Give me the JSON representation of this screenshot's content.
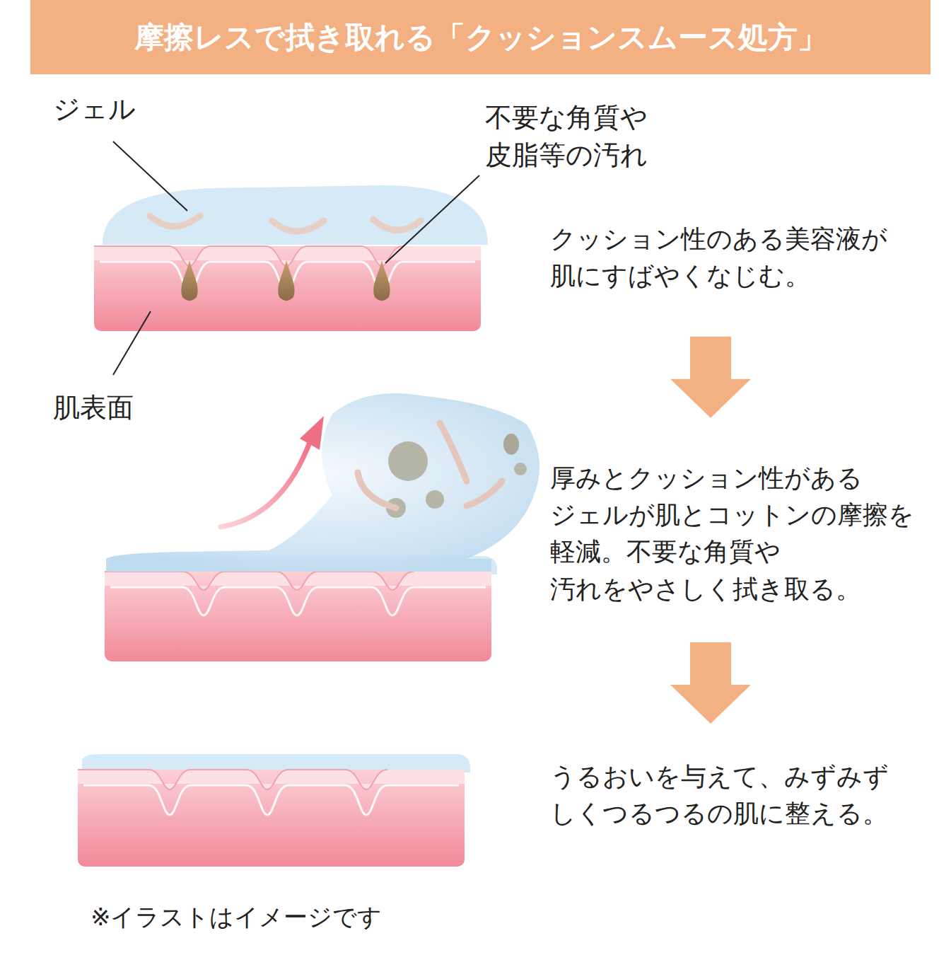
{
  "diagram": {
    "title": "摩擦レスで拭き取れる「クッションスムース処方」",
    "caption": "※イラストはイメージです",
    "nodes": [
      {
        "text": [
          "クッション性のある美容液が 肌にすばやくなじむ。"
        ]
      },
      {
        "text": [
          "厚みとクッション性がある ジェルが肌とコットンの摩擦を 軽減。不要な角質や 汚れをやさしく拭き取る。"
        ]
      },
      {
        "text": [
          "うるおいを与えて、みずみず しくつるつるの肌に整える。"
        ]
      }
    ],
    "edges": [
      {
        "from": 0,
        "to": 1,
        "arrow": "to"
      },
      {
        "from": 1,
        "to": 2,
        "arrow": "to"
      }
    ],
    "labels": [
      "ジェル",
      "不要な角質や 皮脂等の汚れ",
      "肌表面"
    ]
  }
}
